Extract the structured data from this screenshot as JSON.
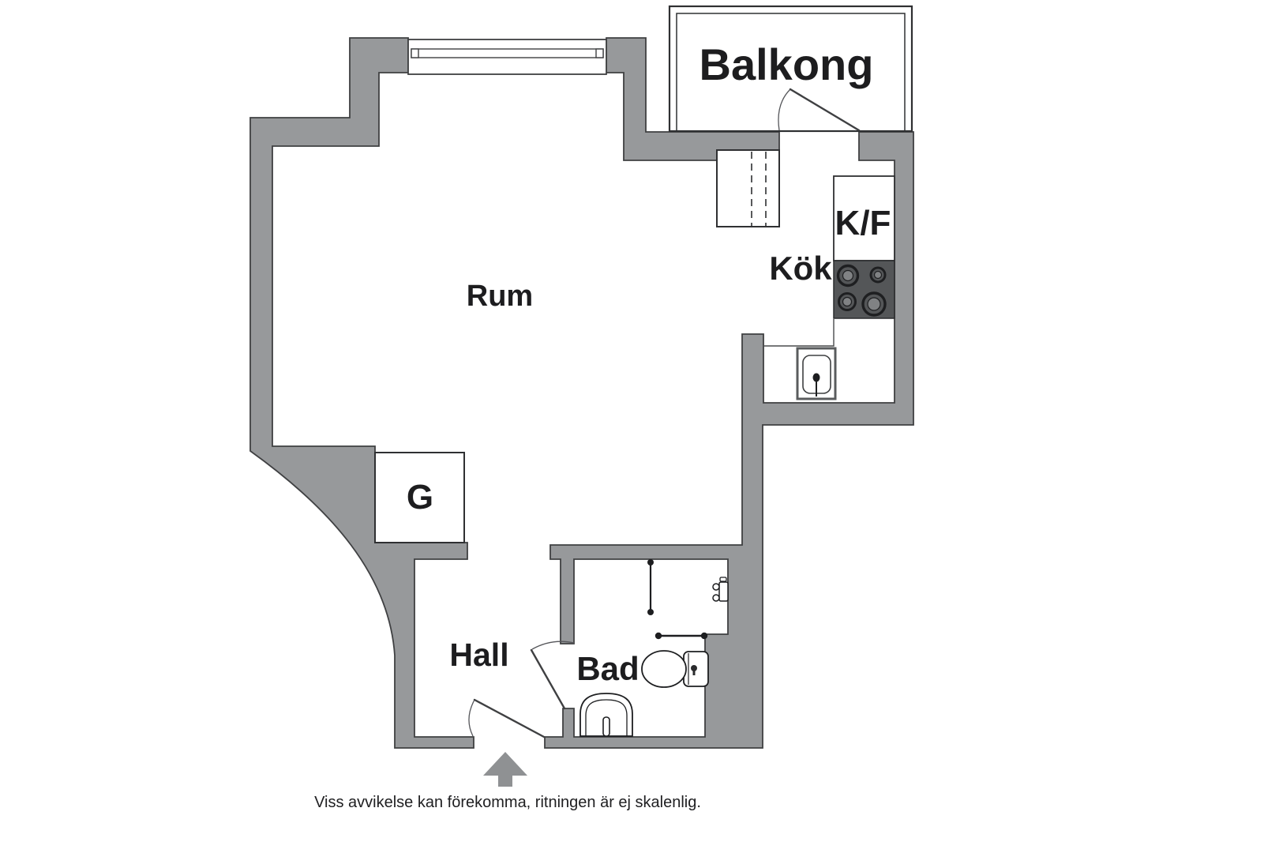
{
  "floor_plan": {
    "rooms": {
      "balcony": "Balkong",
      "main_room": "Rum",
      "kitchen": "Kök",
      "fridge_freezer": "K/F",
      "wardrobe": "G",
      "hall": "Hall",
      "bathroom": "Bad"
    },
    "caption": "Viss avvikelse kan förekomma, ritningen är ej skalenlig.",
    "colors": {
      "wall_fill": "#97999b",
      "wall_outline": "#3f4042",
      "stove_plate": "#545658",
      "burner_disc": "#808284",
      "arrow": "#8f9193",
      "background": "#ffffff",
      "text": "#1d1d1f"
    }
  }
}
